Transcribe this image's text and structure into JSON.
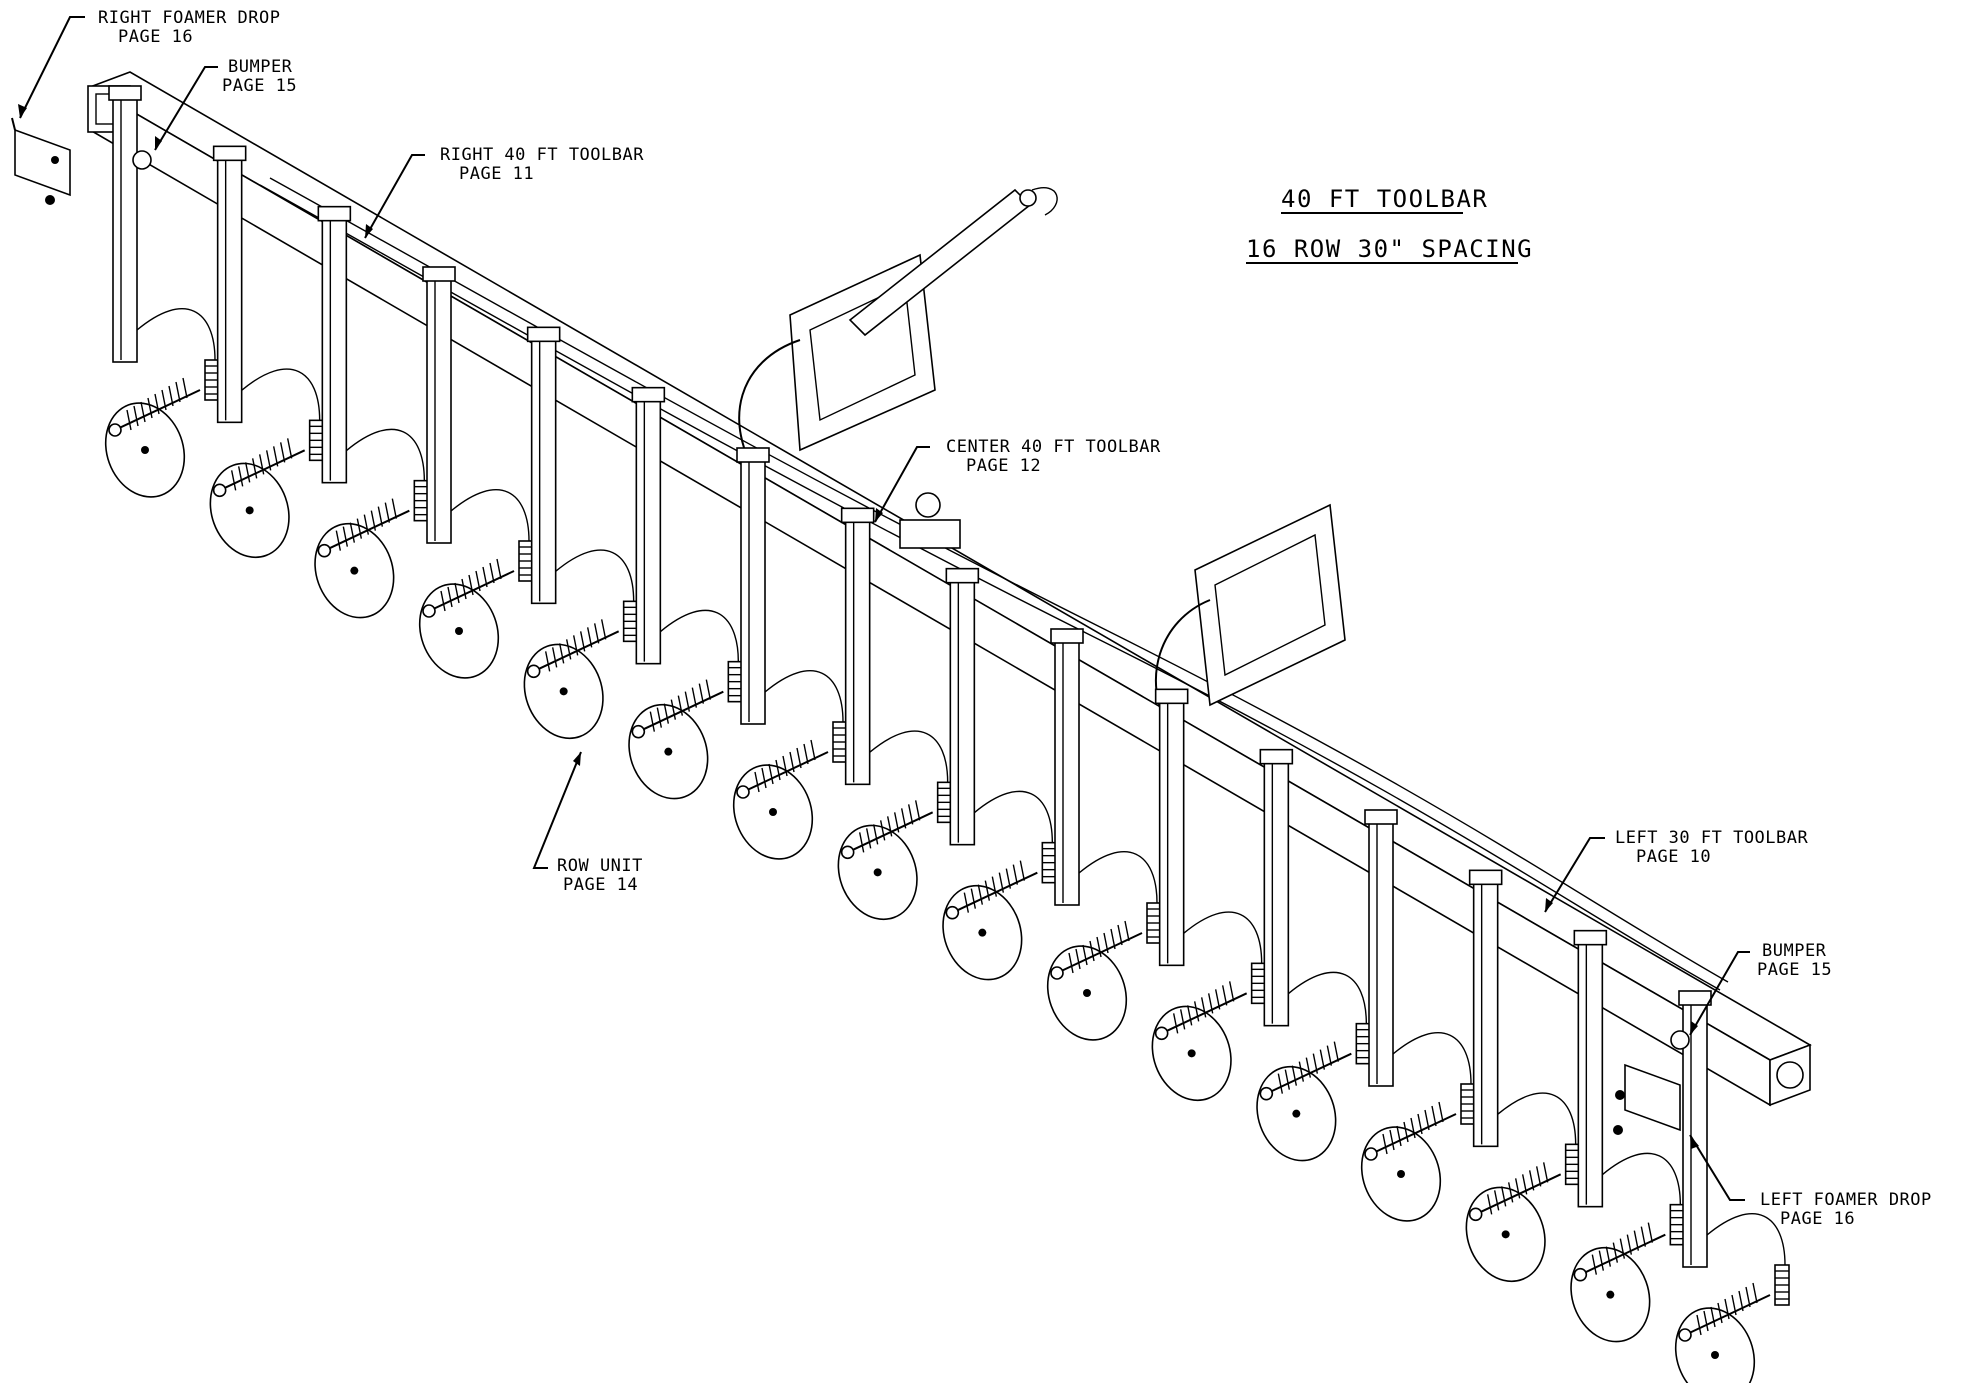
{
  "title": {
    "line1": "40 FT TOOLBAR",
    "line2": "16 ROW 30\" SPACING"
  },
  "callouts": {
    "right_foamer_drop": {
      "name": "RIGHT FOAMER DROP",
      "page": "PAGE 16"
    },
    "bumper_right": {
      "name": "BUMPER",
      "page": "PAGE 15"
    },
    "right_toolbar": {
      "name": "RIGHT 40 FT TOOLBAR",
      "page": "PAGE 11"
    },
    "center_toolbar": {
      "name": "CENTER 40 FT TOOLBAR",
      "page": "PAGE 12"
    },
    "row_unit": {
      "name": "ROW UNIT",
      "page": "PAGE 14"
    },
    "left_toolbar": {
      "name": "LEFT 30 FT TOOLBAR",
      "page": "PAGE 10"
    },
    "bumper_left": {
      "name": "BUMPER",
      "page": "PAGE 15"
    },
    "left_foamer_drop": {
      "name": "LEFT FOAMER DROP",
      "page": "PAGE 16"
    }
  }
}
